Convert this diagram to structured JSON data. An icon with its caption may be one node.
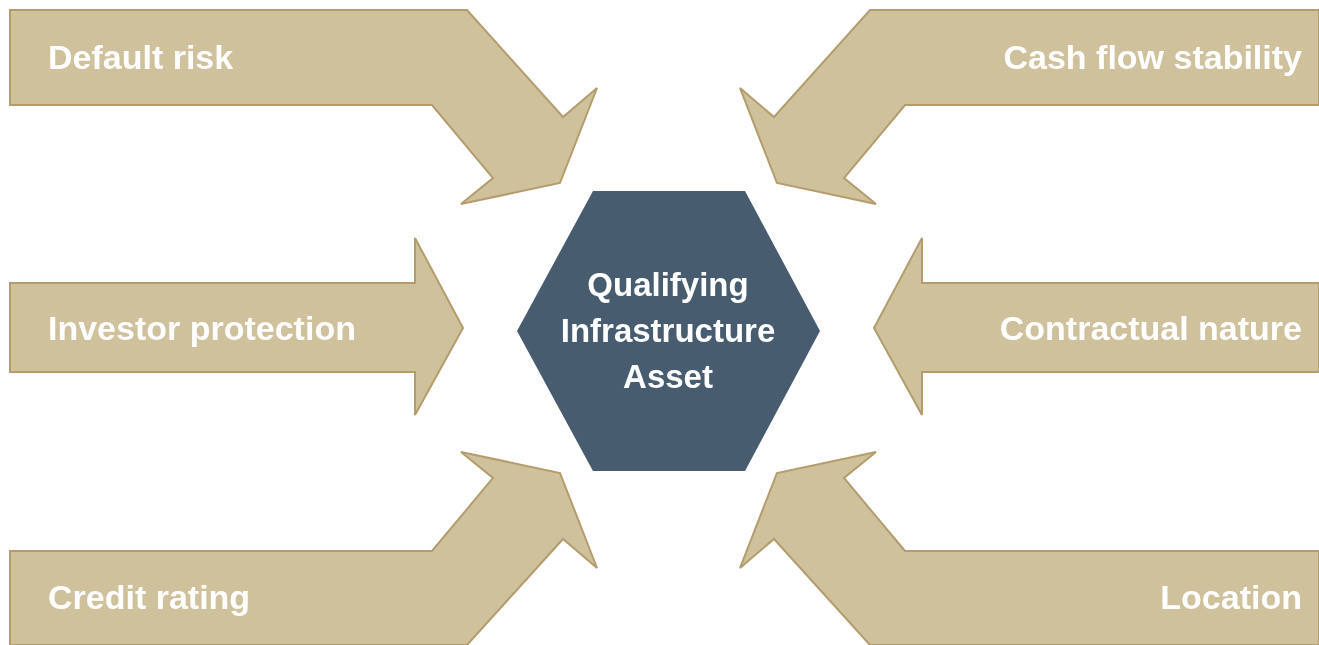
{
  "diagram": {
    "nodes": [
      {
        "text": [
          "Qualifying Infrastructure Asset"
        ]
      },
      {
        "text": [
          "Default risk"
        ]
      },
      {
        "text": [
          "Cash flow stability"
        ]
      },
      {
        "text": [
          "Investor protection"
        ]
      },
      {
        "text": [
          "Contractual nature"
        ]
      },
      {
        "text": [
          "Credit rating"
        ]
      },
      {
        "text": [
          "Location"
        ]
      }
    ]
  }
}
